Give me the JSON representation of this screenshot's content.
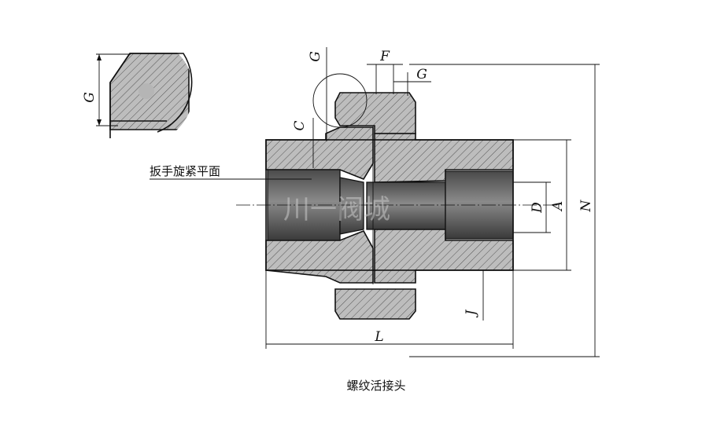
{
  "labels": {
    "G_top": "G",
    "F": "F",
    "G_right": "G",
    "C": "C",
    "G_detail": "G",
    "D": "D",
    "A": "A",
    "N": "N",
    "J": "J",
    "L": "L"
  },
  "annotation": "扳手旋紧平面",
  "caption": "螺纹活接头",
  "watermark": "川一阀城"
}
